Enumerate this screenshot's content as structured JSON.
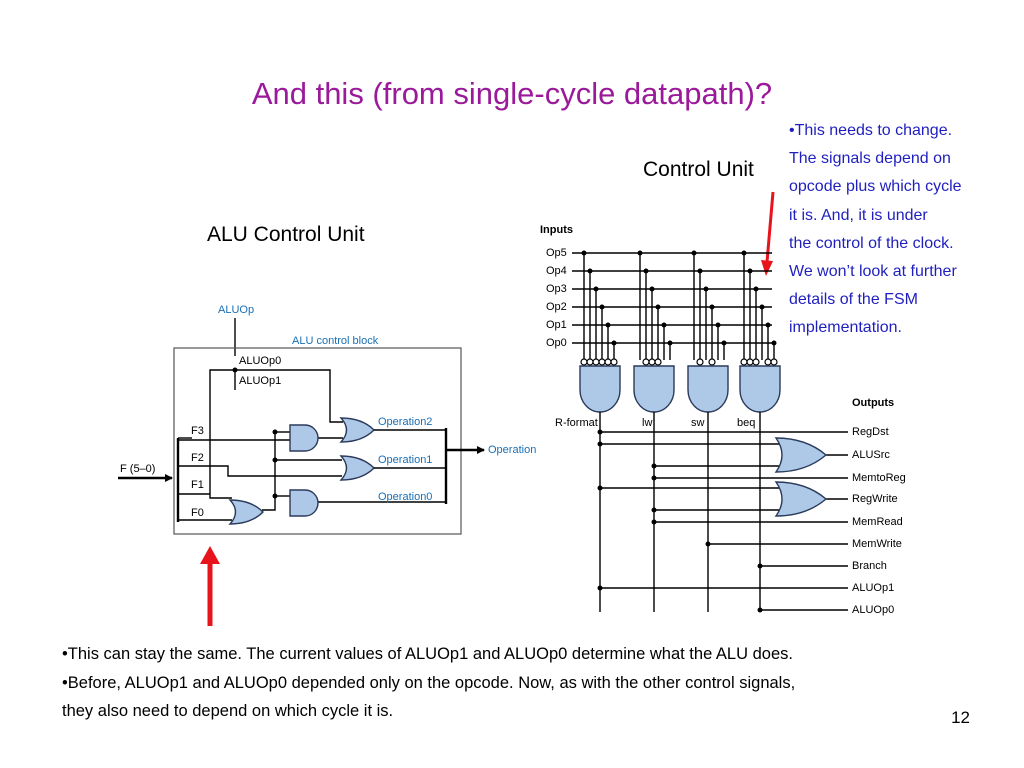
{
  "slide": {
    "title": "And this (from single-cycle datapath)?",
    "page_number": "12"
  },
  "labels": {
    "control_unit": "Control Unit",
    "alu_control_unit": "ALU Control Unit"
  },
  "right_note_lines": [
    "•This needs to change.",
    "The signals depend on",
    "opcode plus which cycle",
    "it is.  And, it is under",
    "the control of the clock.",
    "We won’t look at further",
    "details of the FSM",
    "implementation."
  ],
  "bottom_note_lines": [
    "•This can stay the same.  The current values of ALUOp1 and ALUOp0 determine what the ALU does.",
    "•Before, ALUOp1 and ALUOp0 depended only on the opcode.  Now, as with the other control signals,",
    "they also need to depend on which cycle it is."
  ],
  "alu_control_diagram": {
    "aluop_label": "ALUOp",
    "block_label": "ALU control block",
    "aluop0": "ALUOp0",
    "aluop1": "ALUOp1",
    "input_label": "F (5–0)",
    "f_inputs": [
      "F3",
      "F2",
      "F1",
      "F0"
    ],
    "outputs": [
      "Operation2",
      "Operation1",
      "Operation0"
    ],
    "output_bus": "Operation"
  },
  "control_unit_diagram": {
    "inputs_title": "Inputs",
    "inputs": [
      "Op5",
      "Op4",
      "Op3",
      "Op2",
      "Op1",
      "Op0"
    ],
    "decoders": [
      "R-format",
      "lw",
      "sw",
      "beq"
    ],
    "outputs_title": "Outputs",
    "outputs": [
      "RegDst",
      "ALUSrc",
      "MemtoReg",
      "RegWrite",
      "MemRead",
      "MemWrite",
      "Branch",
      "ALUOp1",
      "ALUOp0"
    ]
  },
  "colors": {
    "title": "#9b1a9b",
    "note_text": "#1f1fbf",
    "arrow": "#e8141c",
    "gate_fill": "#aec8e8",
    "diagram_label": "#1a6fb5"
  }
}
